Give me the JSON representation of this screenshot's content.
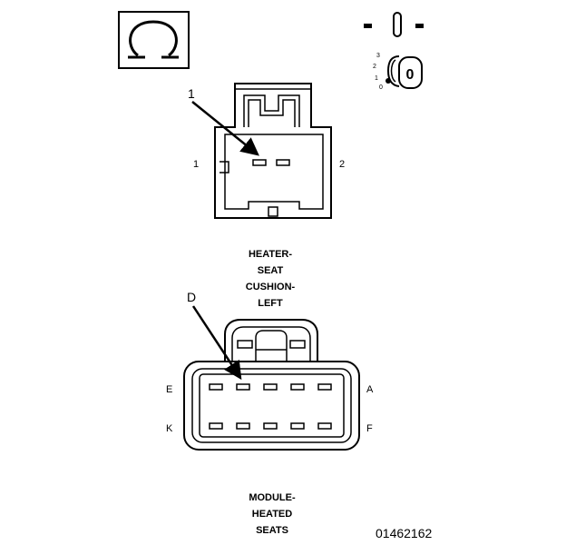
{
  "icons": {
    "ohmmeter": "ohm-symbol-icon",
    "ignition": "ignition-key-off-icon"
  },
  "ignition": {
    "key_label": "0",
    "positions": [
      "3",
      "2",
      "1",
      "0"
    ]
  },
  "heater_connector": {
    "callout": "1",
    "pin_left": "1",
    "pin_right": "2",
    "name_lines": [
      "HEATER-",
      "SEAT",
      "CUSHION-",
      "LEFT"
    ]
  },
  "module_connector": {
    "callout": "D",
    "row1_left": "E",
    "row1_right": "A",
    "row2_left": "K",
    "row2_right": "F",
    "name_lines": [
      "MODULE-",
      "HEATED",
      "SEATS"
    ]
  },
  "figure_number": "01462162"
}
